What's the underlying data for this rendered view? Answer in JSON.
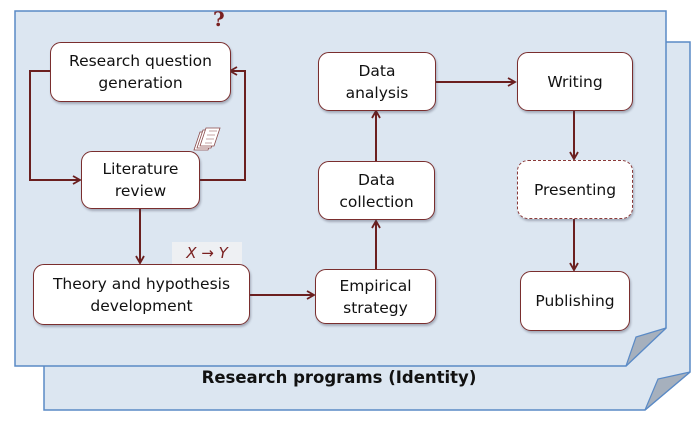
{
  "diagram": {
    "caption": "Research programs (Identity)",
    "annotations": {
      "hypothesis": "X → Y",
      "question_mark": "?"
    },
    "icons": {
      "question": "question-mark-icon",
      "documents": "document-stack-icon"
    },
    "colors": {
      "sheet_fill": "#dce6f1",
      "sheet_border": "#5a8ac6",
      "fold_fill": "#a6b0bd",
      "arrow": "#6b1f1f",
      "node_border": "#7a2e2e",
      "node_fill": "#ffffff"
    },
    "nodes": [
      {
        "id": "research-question",
        "label": "Research question\ngeneration",
        "style": "solid"
      },
      {
        "id": "literature-review",
        "label": "Literature\nreview",
        "style": "solid"
      },
      {
        "id": "theory-hypothesis",
        "label": "Theory and hypothesis\ndevelopment",
        "style": "solid"
      },
      {
        "id": "empirical-strategy",
        "label": "Empirical\nstrategy",
        "style": "solid"
      },
      {
        "id": "data-collection",
        "label": "Data\ncollection",
        "style": "solid"
      },
      {
        "id": "data-analysis",
        "label": "Data\nanalysis",
        "style": "solid"
      },
      {
        "id": "writing",
        "label": "Writing",
        "style": "solid"
      },
      {
        "id": "presenting",
        "label": "Presenting",
        "style": "dashed"
      },
      {
        "id": "publishing",
        "label": "Publishing",
        "style": "solid"
      }
    ],
    "edges": [
      {
        "from": "research-question",
        "to": "literature-review"
      },
      {
        "from": "literature-review",
        "to": "research-question"
      },
      {
        "from": "literature-review",
        "to": "theory-hypothesis"
      },
      {
        "from": "theory-hypothesis",
        "to": "empirical-strategy"
      },
      {
        "from": "empirical-strategy",
        "to": "data-collection"
      },
      {
        "from": "data-collection",
        "to": "data-analysis"
      },
      {
        "from": "data-analysis",
        "to": "writing"
      },
      {
        "from": "writing",
        "to": "presenting"
      },
      {
        "from": "presenting",
        "to": "publishing"
      }
    ]
  }
}
